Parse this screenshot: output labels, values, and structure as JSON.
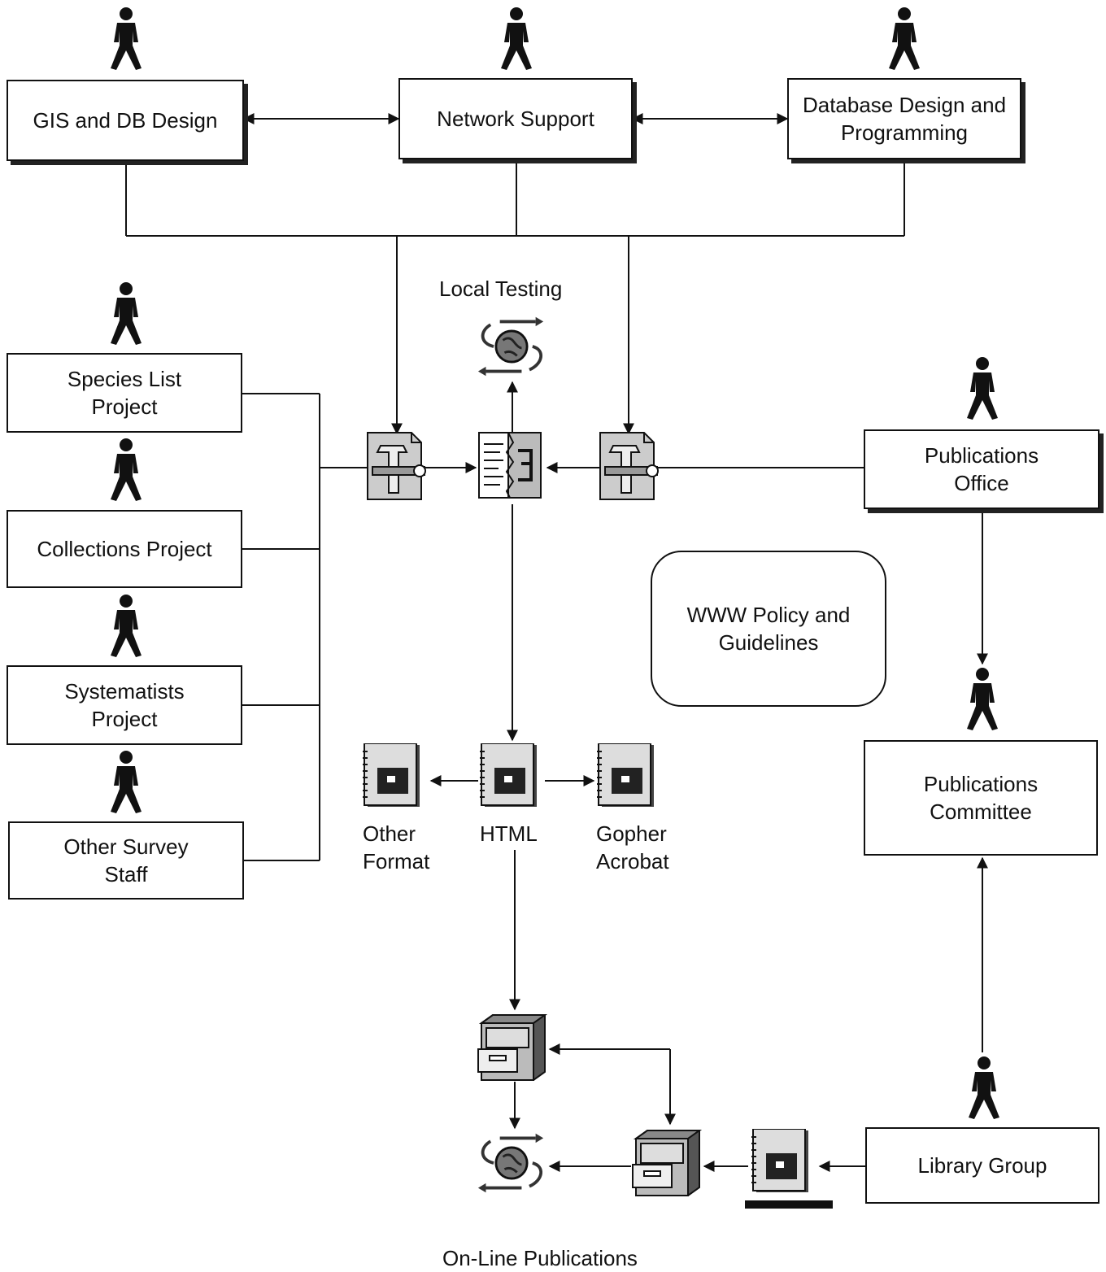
{
  "groups": {
    "gis": "GIS and DB Design",
    "network": "Network  Support",
    "database": "Database Design and\nProgramming",
    "species": "Species List\nProject",
    "collections": "Collections  Project",
    "systematists": "Systematists\nProject",
    "other_staff": "Other  Survey\nStaff",
    "pub_office": "Publications\nOffice",
    "pub_committee": "Publications\nCommittee",
    "library": "Library  Group",
    "policy": "WWW Policy and\nGuidelines"
  },
  "labels": {
    "local_testing": "Local Testing",
    "other_format": "Other\nFormat",
    "html": "HTML",
    "gopher_acrobat": "Gopher\nAcrobat",
    "online_publications": "On-Line  Publications"
  },
  "icons": {
    "person": "person-icon",
    "converter": "hammer-wrench-tool-icon",
    "merge_document": "document-merge-icon",
    "web": "globe-cycle-icon",
    "document": "notebook-document-icon",
    "server": "file-cabinet-icon"
  }
}
